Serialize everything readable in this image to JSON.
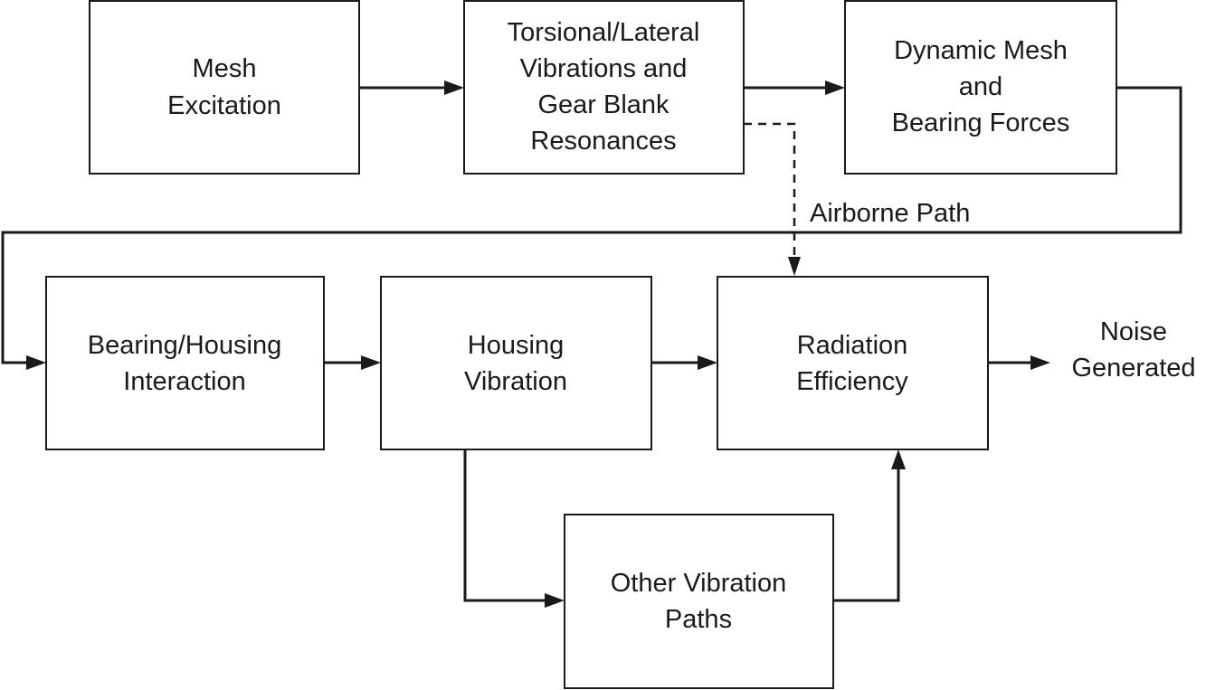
{
  "diagram": {
    "boxes": {
      "mesh_excitation": {
        "lines": [
          "Mesh",
          "Excitation"
        ]
      },
      "torsional_vibrations": {
        "lines": [
          "Torsional/Lateral",
          "Vibrations and",
          "Gear Blank",
          "Resonances"
        ]
      },
      "dynamic_forces": {
        "lines": [
          "Dynamic Mesh",
          "and",
          "Bearing Forces"
        ]
      },
      "bearing_housing": {
        "lines": [
          "Bearing/Housing",
          "Interaction"
        ]
      },
      "housing_vibration": {
        "lines": [
          "Housing",
          "Vibration"
        ]
      },
      "radiation_efficiency": {
        "lines": [
          "Radiation",
          "Efficiency"
        ]
      },
      "other_paths": {
        "lines": [
          "Other Vibration",
          "Paths"
        ]
      }
    },
    "airborne_path_label": "Airborne Path",
    "output": {
      "lines": [
        "Noise",
        "Generated"
      ]
    },
    "colors": {
      "line": "#1a1a1a",
      "box_fill": "#ffffff"
    }
  }
}
